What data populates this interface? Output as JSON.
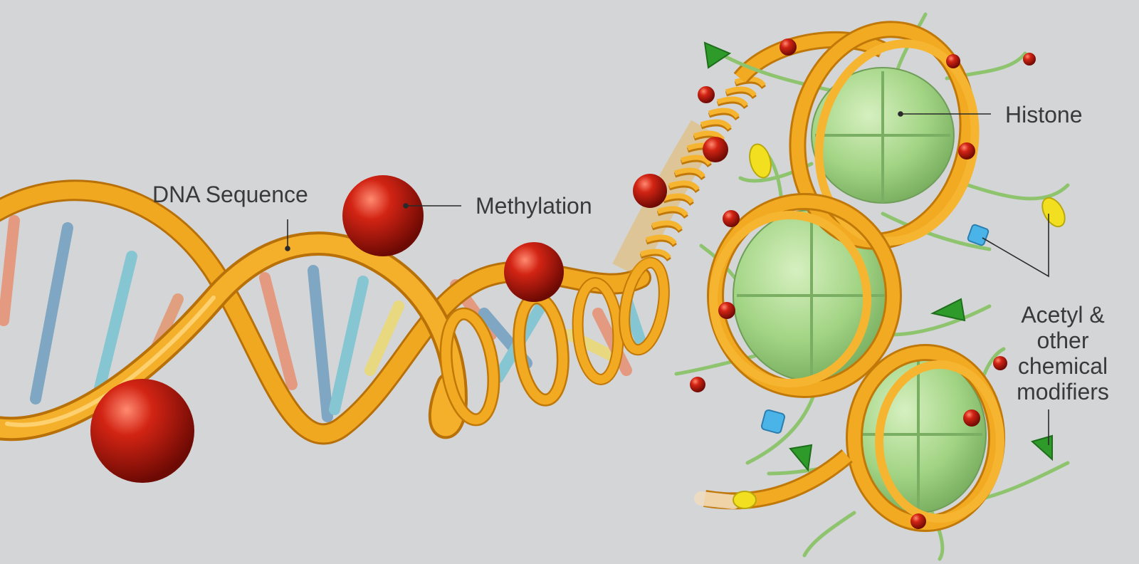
{
  "labels": {
    "dna_sequence": "DNA Sequence",
    "methylation": "Methylation",
    "histone": "Histone",
    "modifiers": [
      "Acetyl &",
      "other",
      "chemical",
      "modifiers"
    ]
  },
  "colors": {
    "background": "#d4d5d7",
    "backbone": "#f0a820",
    "backbone_dark": "#c07808",
    "methyl": "#c81a10",
    "histone": "#a8d68a",
    "acetyl_yellow": "#f2e020",
    "modifier_blue": "#4ab4e8",
    "modifier_green": "#2e9a2a",
    "text": "#3a3a3c"
  }
}
